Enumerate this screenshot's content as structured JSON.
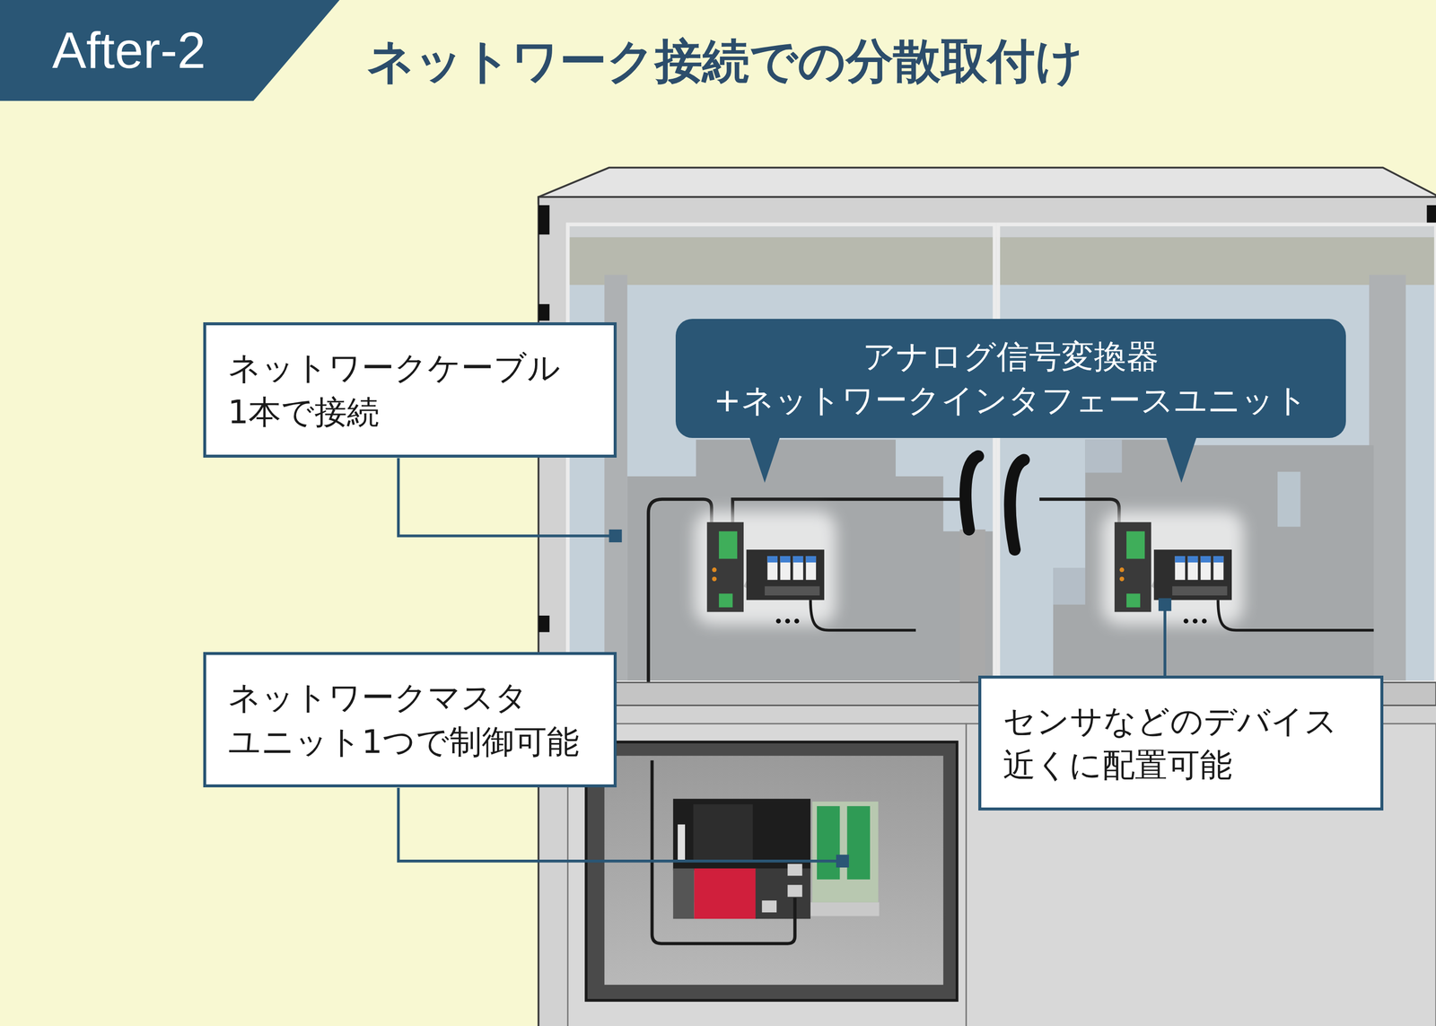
{
  "diagram": {
    "title": "ネットワーク接続での分散取付け",
    "nodes": [
      {
        "text": [
          "After-2"
        ]
      },
      {
        "text": [
          "ネットワークケーブル 1本で接続"
        ]
      },
      {
        "text": [
          "アナログ信号変換器",
          "+ネットワークインタフェースユニット"
        ]
      },
      {
        "text": [
          "ネットワークマスタ ユニット1つで制御可能"
        ]
      },
      {
        "text": [
          "センサなどのデバイス 近くに配置可能"
        ]
      }
    ]
  }
}
